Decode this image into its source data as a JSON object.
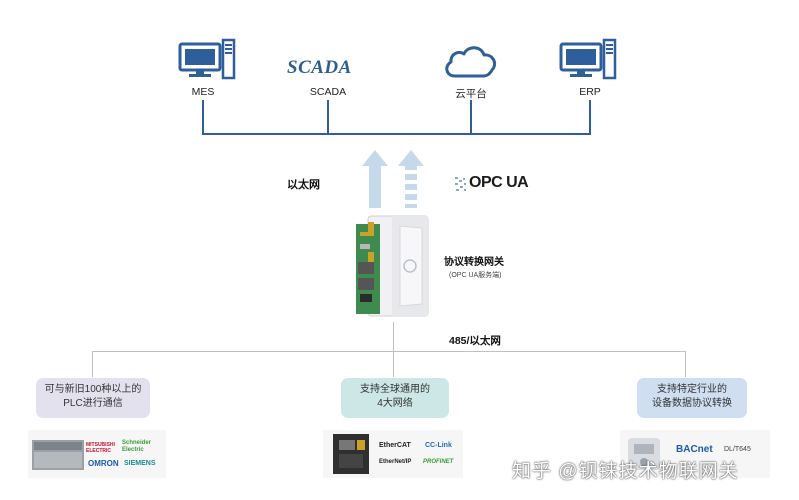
{
  "top_nodes": {
    "mes": "MES",
    "scada_logo": "SCADA",
    "scada": "SCADA",
    "cloud": "云平台",
    "erp": "ERP"
  },
  "middle": {
    "ethernet_label": "以太网",
    "opc_logo": "OPC UA",
    "gateway_title": "协议转换网关",
    "gateway_subtitle": "(OPC UA服务端)",
    "field_bus_label": "485/以太网"
  },
  "bottom": {
    "left_pill": [
      "可与新旧100种以上的",
      "PLC进行通信"
    ],
    "mid_pill": [
      "支持全球通用的",
      "4大网络"
    ],
    "right_pill": [
      "支持特定行业的",
      "设备数据协议转换"
    ],
    "left_logos": [
      "MITSUBISHI ELECTRIC",
      "Schneider Electric",
      "OMRON",
      "SIEMENS"
    ],
    "mid_logos": [
      "EtherCAT",
      "CC-Link",
      "EtherNet/IP",
      "PROFINET"
    ],
    "right_logos": [
      "BACnet",
      "DL/T645"
    ]
  },
  "watermark": "知乎 @钡铼技术物联网关",
  "colors": {
    "accent": "#2f5f9a",
    "arrow": "#c5d9ea",
    "pill_lavender": "#e4e1ef",
    "pill_teal": "#cce7e5",
    "pill_blue": "#cfdff1"
  }
}
